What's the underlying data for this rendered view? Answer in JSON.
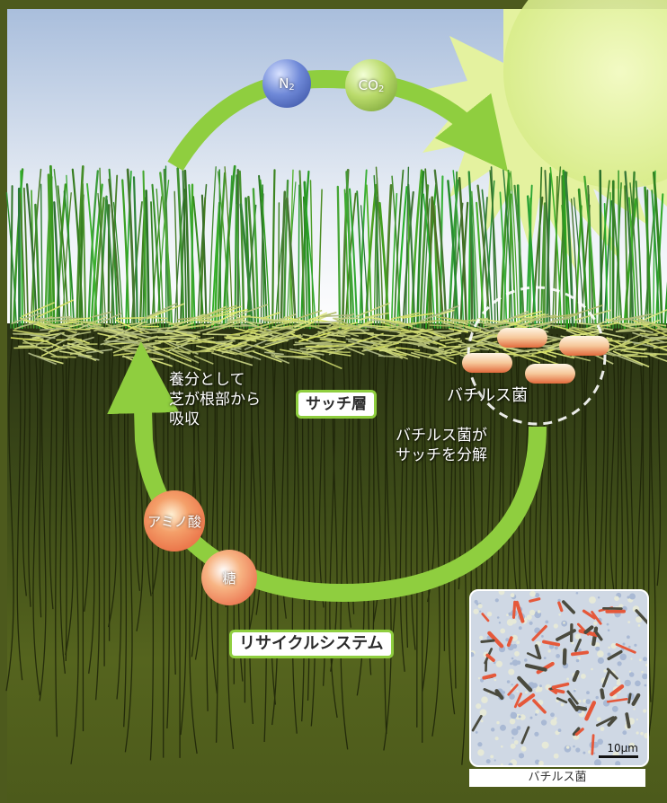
{
  "cycle_top": {
    "molecules": [
      {
        "base": "N",
        "subscript": "2"
      },
      {
        "base": "CO",
        "subscript": "2"
      }
    ]
  },
  "labels": {
    "absorption_line1": "養分として",
    "absorption_line2": "芝が根部から",
    "absorption_line3": "吸収",
    "thatch_layer": "サッチ層",
    "bacillus": "バチルス菌",
    "decompose_line1": "バチルス菌が",
    "decompose_line2": "サッチを分解",
    "amino_acid": "アミノ酸",
    "sugar": "糖",
    "recycle_system": "リサイクルシステム"
  },
  "micrograph": {
    "scale_label": "10μm",
    "caption": "バチルス菌"
  },
  "colors": {
    "arrow_green": "#8fce3f",
    "grass_green": "#4e8f2a",
    "soil": "#4d5a1d",
    "sky": "#b8c8e0",
    "sun": "#e8f59a",
    "bacteria_red": "#e5583a"
  }
}
